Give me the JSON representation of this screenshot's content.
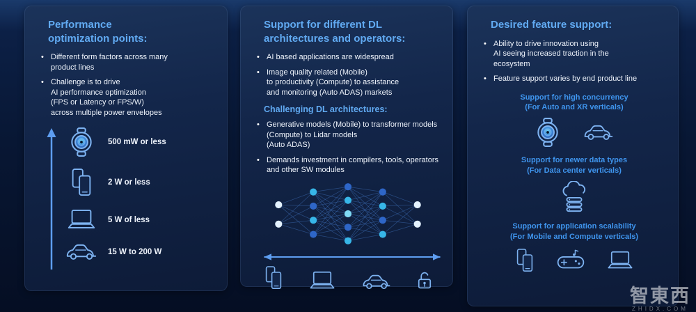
{
  "colors": {
    "accent_heading": "#61aaf2",
    "accent_sub": "#3f95ee",
    "icon_color": "#7db2f0"
  },
  "left_panel": {
    "title": "Performance\noptimization points:",
    "bullets": [
      "Different form factors across many\nproduct lines",
      "Challenge is to drive\nAI performance optimization\n(FPS or Latency or FPS/W)\nacross  multiple power envelopes"
    ],
    "power_levels": [
      {
        "icon": "watch-icon",
        "label": "500 mW or less"
      },
      {
        "icon": "phones-icon",
        "label": "2 W or less"
      },
      {
        "icon": "laptop-icon",
        "label": "5 W of less"
      },
      {
        "icon": "car-icon",
        "label": "15 W to 200 W"
      }
    ]
  },
  "middle_panel": {
    "title": "Support for different DL\narchitectures and operators:",
    "bullets": [
      "AI based applications are widespread",
      "Image quality related (Mobile)\nto productivity (Compute) to assistance\nand monitoring (Auto ADAS) markets"
    ],
    "subheading": "Challenging DL architectures:",
    "sub_bullets": [
      "Generative models (Mobile) to transformer models\n(Compute) to Lidar models\n(Auto ADAS)",
      "Demands investment in compilers, tools, operators\nand other SW modules"
    ],
    "footer_icons": [
      "phones-icon",
      "laptop-icon",
      "car-icon",
      "unlock-icon"
    ]
  },
  "right_panel": {
    "title": "Desired feature support:",
    "bullets": [
      "Ability to drive innovation using\nAI seeing increased traction in the\necosystem",
      "Feature support varies by end product line"
    ],
    "sections": [
      {
        "heading": "Support for high concurrency\n(For Auto and XR verticals)",
        "icons": [
          "watch-icon",
          "car-icon"
        ]
      },
      {
        "heading": "Support for newer data types\n(For Data center verticals)",
        "icons": [
          "cloud-server-icon"
        ]
      },
      {
        "heading": "Support for application scalability\n(For Mobile and Compute verticals)",
        "icons": [
          "phones-icon",
          "controller-icon",
          "laptop-icon"
        ]
      }
    ]
  },
  "watermark": {
    "logo": "智東西",
    "site": "ZHIDX.COM"
  }
}
